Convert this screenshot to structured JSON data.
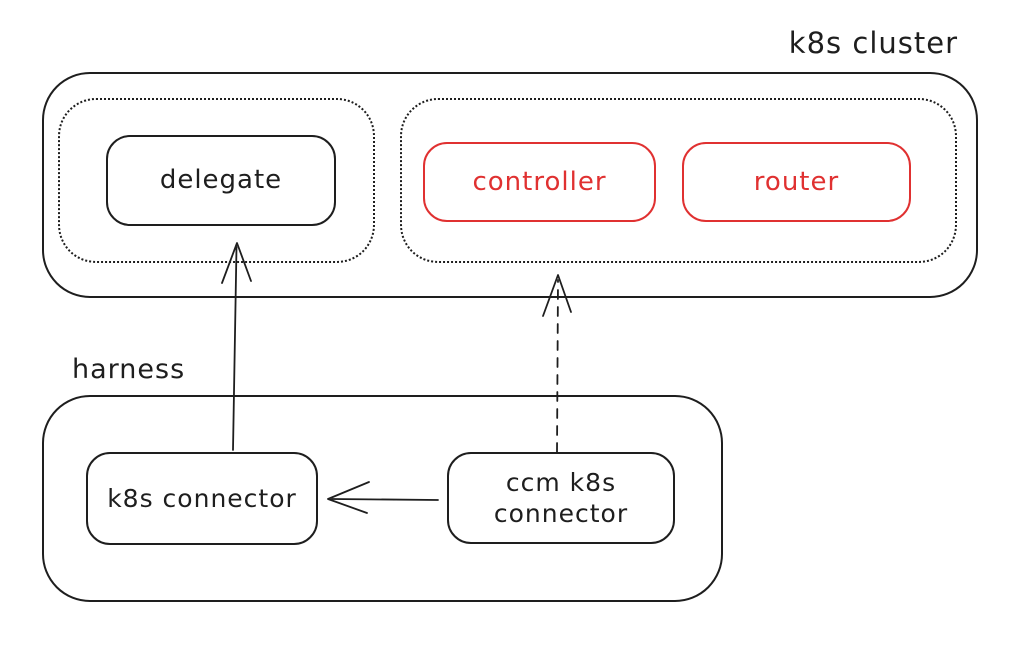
{
  "diagram": {
    "background": "#ffffff",
    "colors": {
      "stroke": "#1e1e1e",
      "accent_red": "#e03131"
    },
    "clusters": {
      "k8s_cluster": {
        "label": "k8s cluster"
      },
      "harness": {
        "label": "harness"
      }
    },
    "groups": {
      "delegate_group": {
        "style": "dotted"
      },
      "pods_group": {
        "style": "dotted"
      }
    },
    "nodes": {
      "delegate": {
        "label": "delegate",
        "color": "#1e1e1e"
      },
      "controller": {
        "label": "controller",
        "color": "#e03131"
      },
      "router": {
        "label": "router",
        "color": "#e03131"
      },
      "k8s_connector": {
        "label": "k8s connector",
        "color": "#1e1e1e"
      },
      "ccm_k8s_connector": {
        "line1": "ccm k8s",
        "line2": "connector",
        "color": "#1e1e1e"
      }
    },
    "edges": [
      {
        "from": "k8s_connector",
        "to": "delegate",
        "style": "solid",
        "direction": "up"
      },
      {
        "from": "ccm_k8s_connector",
        "to": "pods_group",
        "style": "dashed",
        "direction": "up"
      },
      {
        "from": "ccm_k8s_connector",
        "to": "k8s_connector",
        "style": "solid",
        "direction": "left"
      }
    ]
  }
}
